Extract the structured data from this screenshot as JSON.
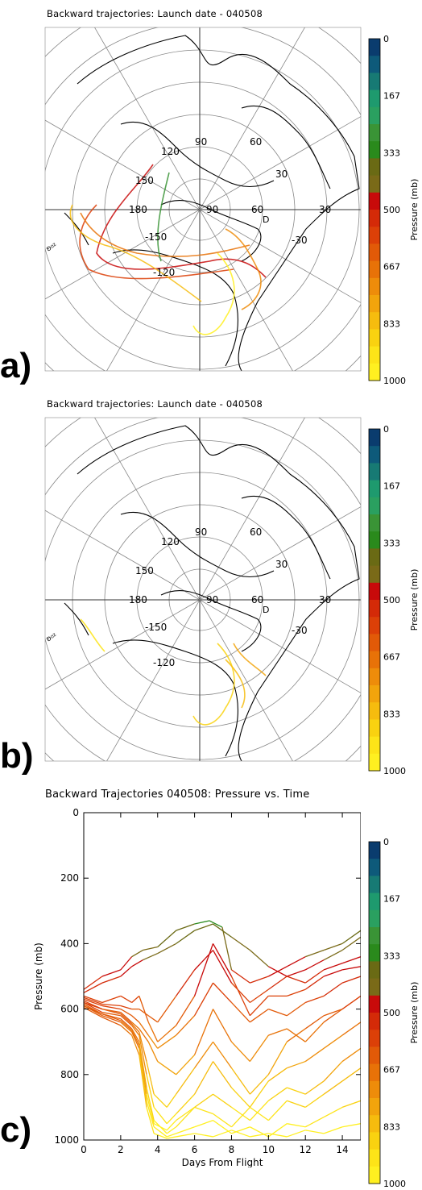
{
  "panels": {
    "a": {
      "label": "a)",
      "title": "Backward trajectories: Launch date - 040508",
      "lat_labels": [
        "90",
        "60",
        "30",
        "-30"
      ],
      "lon_labels": [
        "120",
        "90",
        "60",
        "150",
        "180",
        "30",
        "-150",
        "-120"
      ],
      "marker": "D",
      "corner_text": "ʚ₀₂"
    },
    "b": {
      "label": "b)",
      "title": "Backward trajectories: Launch date - 040508",
      "lat_labels": [
        "90",
        "60",
        "30",
        "-30"
      ],
      "lon_labels": [
        "120",
        "90",
        "60",
        "150",
        "180",
        "30",
        "-150",
        "-120"
      ],
      "marker": "D",
      "corner_text": "ʚ₀₂"
    },
    "c": {
      "label": "c)",
      "title": "Backward Trajectories 040508: Pressure vs. Time"
    }
  },
  "colorbar": {
    "title": "Pressure (mb)",
    "tick_labels": [
      "0",
      "167",
      "333",
      "500",
      "667",
      "833",
      "1000"
    ],
    "colors": [
      "#0a3c6e",
      "#0e5a7a",
      "#177a74",
      "#1e9a6e",
      "#2aa060",
      "#3a9436",
      "#2a8a1c",
      "#6a6a14",
      "#7a6a18",
      "#c80a0a",
      "#d42a08",
      "#dc4008",
      "#e25a08",
      "#e87208",
      "#ee8c0a",
      "#f2a40c",
      "#f6bc0e",
      "#f9d210",
      "#fde418",
      "#fff020"
    ]
  },
  "chart_data": [
    {
      "type": "line",
      "title": "Backward Trajectories 040508: Pressure vs. Time",
      "xlabel": "Days From Flight",
      "ylabel": "Pressure (mb)",
      "xlim": [
        0,
        15
      ],
      "ylim": [
        1000,
        0
      ],
      "x_ticks": [
        0,
        2,
        4,
        6,
        8,
        10,
        12,
        14
      ],
      "x_tick_labels": [
        "0",
        "2",
        "4",
        "6",
        "8",
        "10",
        "12",
        "14"
      ],
      "y_ticks": [
        0,
        200,
        400,
        600,
        800,
        1000
      ],
      "y_tick_labels": [
        "0",
        "200",
        "400",
        "600",
        "800",
        "1000"
      ],
      "series": [
        {
          "x": [
            0,
            1,
            2,
            2.6,
            3.2,
            4,
            5,
            6,
            6.8,
            7.5,
            8,
            9,
            10,
            11,
            12,
            13,
            14,
            15
          ],
          "y": [
            540,
            500,
            480,
            440,
            420,
            410,
            360,
            340,
            330,
            350,
            480,
            520,
            500,
            470,
            440,
            420,
            400,
            360
          ]
        },
        {
          "x": [
            0,
            1,
            2,
            2.6,
            3.2,
            4,
            5,
            6,
            7,
            8,
            9,
            10,
            11,
            12,
            13,
            14,
            15
          ],
          "y": [
            550,
            520,
            500,
            470,
            450,
            430,
            400,
            360,
            340,
            380,
            420,
            470,
            500,
            480,
            450,
            420,
            380
          ]
        },
        {
          "x": [
            0,
            1,
            2,
            2.6,
            3,
            3.5,
            4,
            5,
            6,
            7,
            8,
            9,
            10,
            11,
            12,
            13,
            14,
            15
          ],
          "y": [
            560,
            580,
            560,
            580,
            560,
            640,
            700,
            650,
            560,
            400,
            500,
            620,
            560,
            560,
            540,
            500,
            480,
            470
          ]
        },
        {
          "x": [
            0,
            1,
            2,
            2.6,
            3,
            3.5,
            4,
            5,
            6,
            7,
            8,
            9,
            10,
            11,
            12,
            13,
            14,
            15
          ],
          "y": [
            570,
            590,
            600,
            620,
            640,
            680,
            720,
            680,
            620,
            520,
            580,
            640,
            600,
            620,
            580,
            560,
            520,
            500
          ]
        },
        {
          "x": [
            0,
            1,
            2,
            2.6,
            3,
            3.5,
            4,
            5,
            6,
            7,
            8,
            9,
            10,
            11,
            12,
            13,
            14,
            15
          ],
          "y": [
            580,
            600,
            610,
            640,
            660,
            700,
            760,
            800,
            740,
            600,
            700,
            760,
            680,
            660,
            700,
            640,
            600,
            560
          ]
        },
        {
          "x": [
            0,
            1,
            2,
            2.6,
            3,
            3.4,
            3.8,
            4.5,
            5,
            6,
            7,
            8,
            9,
            10,
            11,
            12,
            13,
            14,
            15
          ],
          "y": [
            580,
            610,
            620,
            650,
            680,
            800,
            900,
            950,
            920,
            860,
            760,
            840,
            900,
            820,
            780,
            760,
            720,
            680,
            640
          ]
        },
        {
          "x": [
            0,
            1,
            2,
            2.6,
            3,
            3.4,
            3.8,
            4.5,
            5,
            6,
            7,
            8,
            9,
            10,
            11,
            12,
            13,
            14,
            15
          ],
          "y": [
            585,
            615,
            630,
            660,
            700,
            840,
            940,
            980,
            960,
            900,
            920,
            960,
            900,
            940,
            880,
            900,
            860,
            820,
            780
          ]
        },
        {
          "x": [
            0,
            1,
            2,
            2.6,
            3,
            3.4,
            3.8,
            4.5,
            5,
            6,
            7,
            8,
            9,
            10,
            11,
            12,
            13,
            14,
            15
          ],
          "y": [
            590,
            620,
            640,
            670,
            720,
            880,
            960,
            990,
            980,
            960,
            940,
            980,
            960,
            990,
            950,
            960,
            930,
            900,
            880
          ]
        },
        {
          "x": [
            0,
            1,
            2,
            2.6,
            3,
            3.4,
            3.8,
            4.5,
            5,
            6,
            7,
            8,
            9,
            10,
            11,
            12,
            13,
            14,
            15
          ],
          "y": [
            595,
            625,
            650,
            680,
            740,
            900,
            980,
            995,
            990,
            980,
            990,
            970,
            990,
            980,
            990,
            970,
            980,
            960,
            950
          ]
        },
        {
          "x": [
            0,
            1,
            2,
            2.6,
            3,
            3.4,
            3.8,
            4.5,
            5,
            6,
            7,
            8,
            9,
            10,
            11,
            12,
            13,
            14,
            15
          ],
          "y": [
            575,
            600,
            615,
            645,
            670,
            760,
            860,
            900,
            860,
            780,
            700,
            780,
            860,
            800,
            700,
            660,
            620,
            600,
            560
          ]
        },
        {
          "x": [
            0,
            1,
            2,
            2.6,
            3,
            3.5,
            4,
            5,
            6,
            7,
            8,
            9,
            10,
            11,
            12,
            13,
            14,
            15
          ],
          "y": [
            565,
            585,
            590,
            600,
            600,
            620,
            640,
            560,
            480,
            420,
            520,
            580,
            540,
            500,
            520,
            480,
            460,
            440
          ]
        },
        {
          "x": [
            0,
            1,
            2,
            2.6,
            3,
            3.4,
            3.8,
            4.5,
            5,
            6,
            7,
            8,
            9,
            10,
            11,
            12,
            13,
            14,
            15
          ],
          "y": [
            590,
            615,
            635,
            665,
            710,
            860,
            950,
            970,
            940,
            900,
            860,
            900,
            940,
            880,
            840,
            860,
            820,
            760,
            720
          ]
        }
      ]
    }
  ]
}
